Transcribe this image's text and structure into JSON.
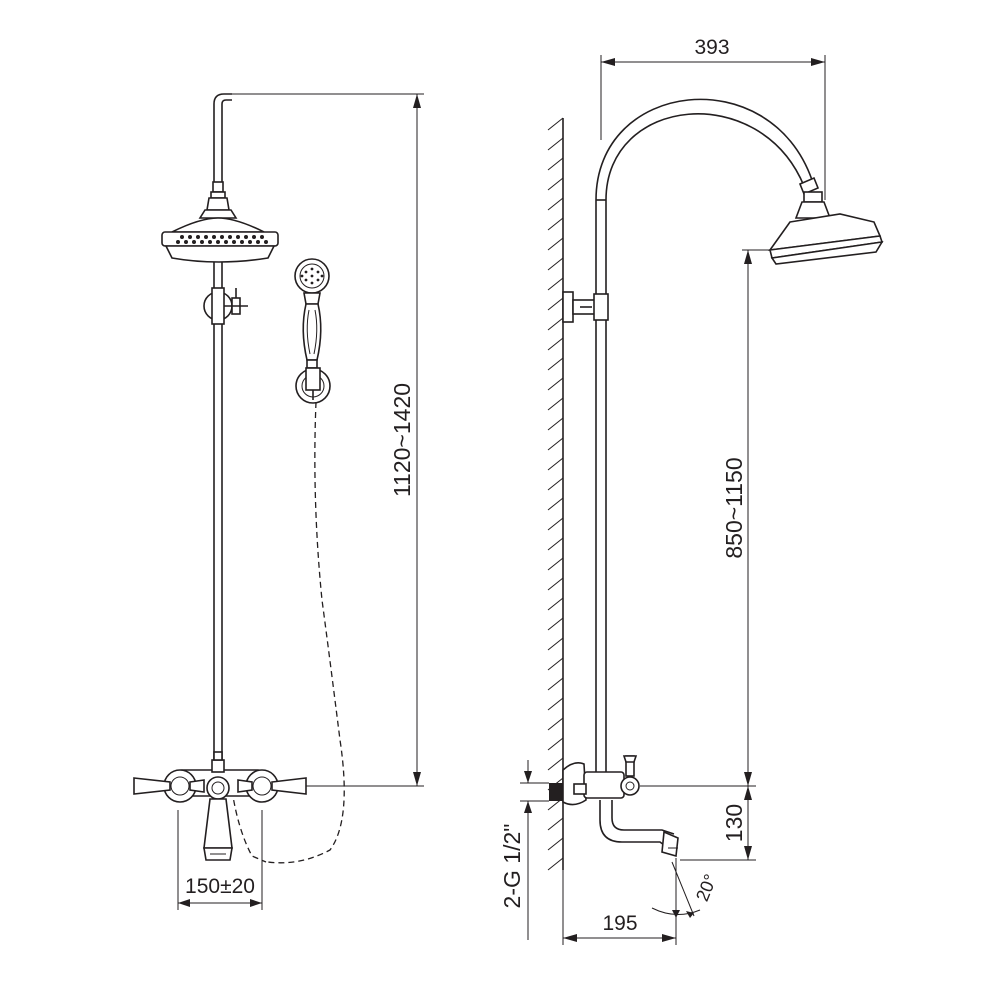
{
  "dimensions": {
    "total_height": "1120~1420",
    "handle_spacing": "150±20",
    "arm_reach": "393",
    "head_height": "850~1150",
    "spout_height": "130",
    "spout_reach": "195",
    "inlet_thread": "2-G 1/2\"",
    "spout_angle": "20°"
  }
}
